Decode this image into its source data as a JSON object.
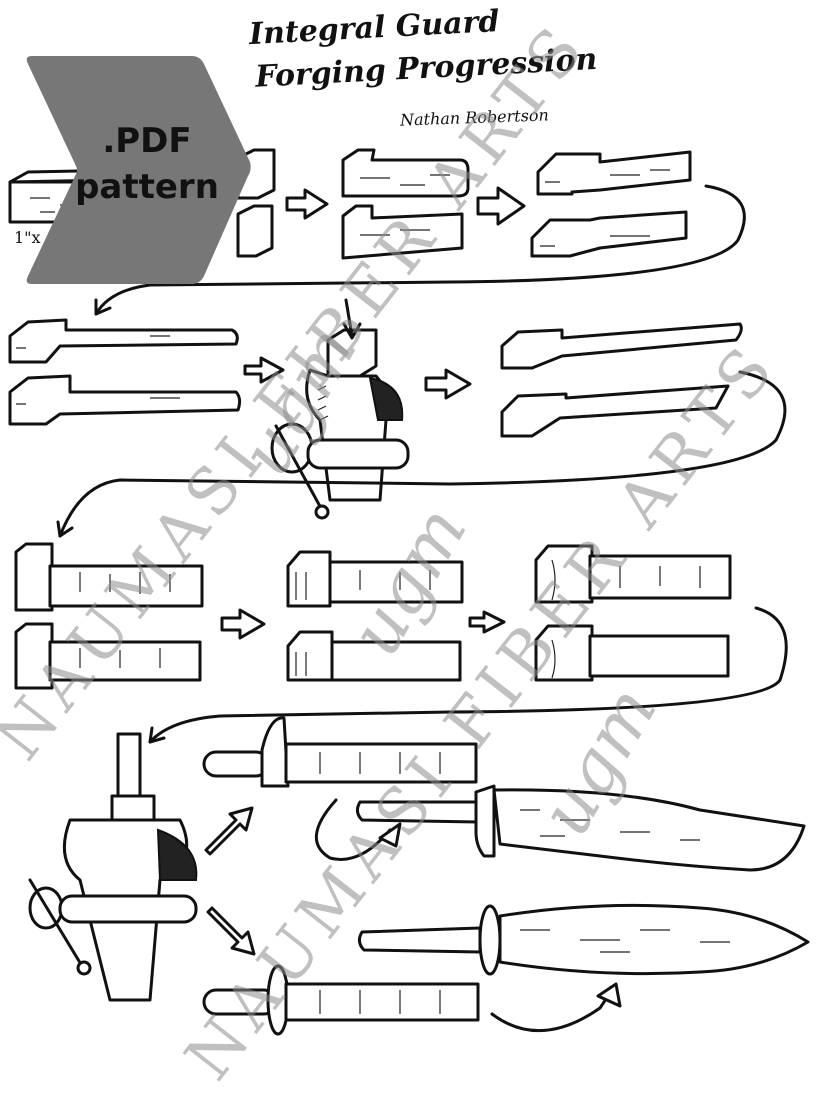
{
  "title": {
    "line1": "Integral Guard",
    "line2": "Forging Progression"
  },
  "signature": "Nathan Robertson",
  "stock_label": "1\"x",
  "badge": {
    "label_line1": ".PDF",
    "label_line2": "pattern",
    "color": "#777777",
    "text_color": "#111111"
  },
  "watermark": {
    "text": "NAUMASI FIBER ARTS",
    "monogram": "ugm",
    "color": "#8c8c8c"
  },
  "steps": [
    {
      "row": 1,
      "description": "Rectangular bar stock (1\" x stock) two views"
    },
    {
      "row": 1,
      "description": "Shoulder forged into bar"
    },
    {
      "row": 1,
      "description": "Tang drawn out from bar"
    },
    {
      "row": 2,
      "description": "Tang fully drawn, block at guard end"
    },
    {
      "row": 2,
      "description": "Block set in vise and upset"
    },
    {
      "row": 2,
      "description": "Tang tapered"
    },
    {
      "row": 3,
      "description": "Guard block shaped (end view)"
    },
    {
      "row": 3,
      "description": "Guard block fullered"
    },
    {
      "row": 3,
      "description": "Guard block split and spread"
    },
    {
      "row": 4,
      "description": "Guard set in vise"
    },
    {
      "row": 4,
      "description": "Integral guard blank"
    },
    {
      "row": 4,
      "description": "Finished bowie blade"
    },
    {
      "row": 4,
      "description": "Finished dagger blade"
    }
  ]
}
